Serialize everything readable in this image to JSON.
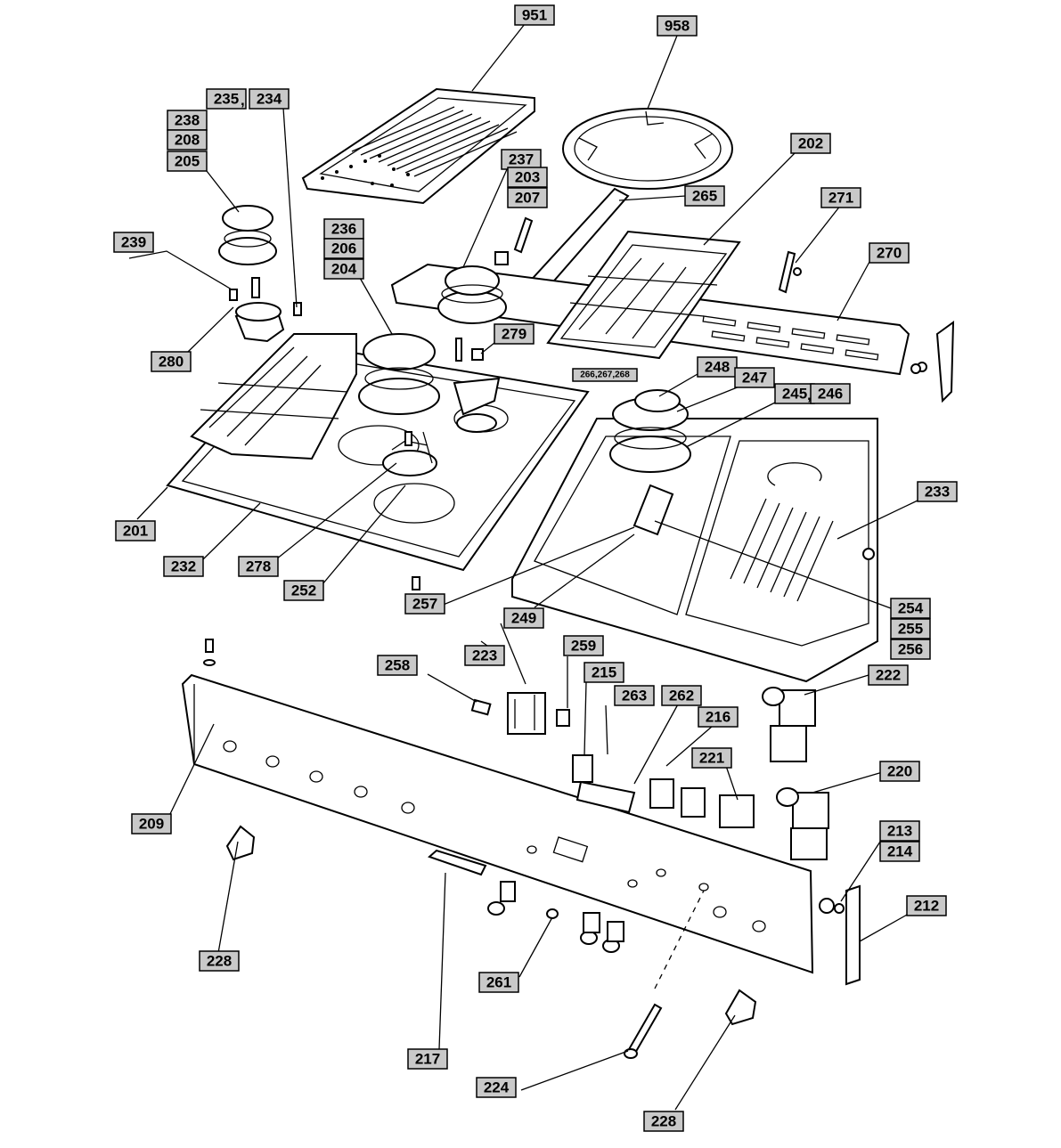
{
  "labels": {
    "l951": "951",
    "l958": "958",
    "l235": "235",
    "l234": "234",
    "l238": "238",
    "l208": "208",
    "l205": "205",
    "l237": "237",
    "l203": "203",
    "l207": "207",
    "l202": "202",
    "l265": "265",
    "l271": "271",
    "l236": "236",
    "l206": "206",
    "l204": "204",
    "l239": "239",
    "l270": "270",
    "l279": "279",
    "l280": "280",
    "l266": "266,267,268",
    "l248": "248",
    "l247": "247",
    "l245": "245",
    "l246": "246",
    "l233": "233",
    "l201": "201",
    "l232": "232",
    "l278": "278",
    "l252": "252",
    "l257": "257",
    "l249": "249",
    "l254": "254",
    "l255": "255",
    "l256": "256",
    "l223": "223",
    "l259": "259",
    "l258": "258",
    "l215": "215",
    "l263": "263",
    "l262": "262",
    "l216": "216",
    "l222": "222",
    "l221": "221",
    "l220": "220",
    "l209": "209",
    "l213": "213",
    "l214": "214",
    "l212": "212",
    "l228a": "228",
    "l261": "261",
    "l217": "217",
    "l224": "224",
    "l228b": "228"
  }
}
